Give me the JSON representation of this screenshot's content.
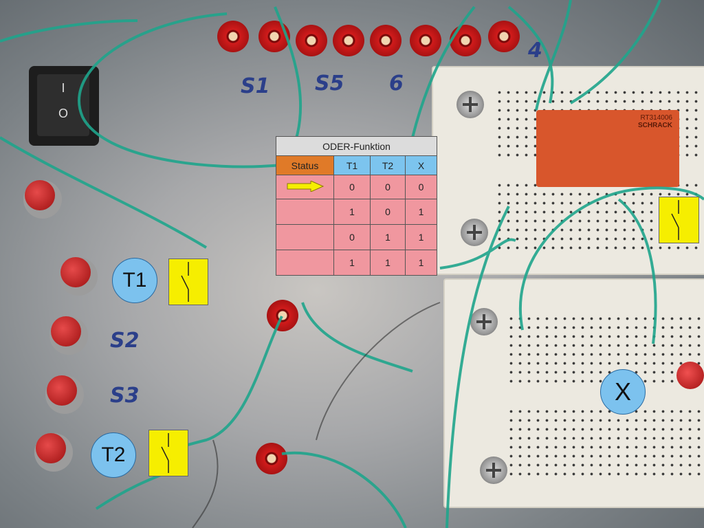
{
  "photo_labels": {
    "s1": "S1",
    "s5": "S5",
    "six": "6",
    "s2": "S2",
    "s3": "S3",
    "four": "4"
  },
  "rocker": {
    "on": "I",
    "off": "O"
  },
  "relay": {
    "model": "RT314006",
    "brand": "SCHRACK"
  },
  "truth_table": {
    "title": "ODER-Funktion",
    "headers": [
      "Status",
      "T1",
      "T2",
      "X"
    ],
    "rows": [
      [
        "0",
        "0",
        "0"
      ],
      [
        "1",
        "0",
        "1"
      ],
      [
        "0",
        "1",
        "1"
      ],
      [
        "1",
        "1",
        "1"
      ]
    ],
    "current_row": 0
  },
  "markers": {
    "t1": "T1",
    "t2": "T2",
    "x": "X"
  },
  "colors": {
    "wire": "#1fa58c",
    "table_header": "#7cc4ee",
    "status": "#e07a28",
    "cells": "#f0979f",
    "switch": "#f6ee00"
  }
}
